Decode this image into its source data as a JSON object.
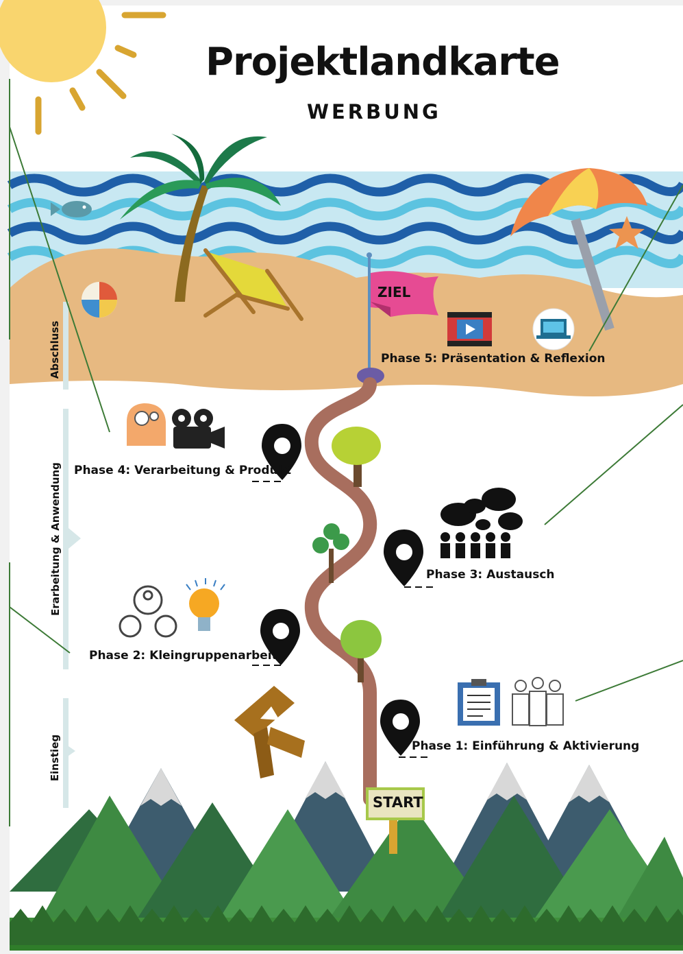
{
  "title": "Projektlandkarte",
  "subtitle": "WERBUNG",
  "goal_flag": "ZIEL",
  "start_sign": "START",
  "stages": [
    {
      "label": "Abschluss"
    },
    {
      "label": "Erarbeitung & Anwendung"
    },
    {
      "label": "Einstieg"
    }
  ],
  "phases": [
    {
      "label": "Phase 5: Präsentation & Reflexion",
      "icons": [
        "video-icon",
        "laptop-icon"
      ]
    },
    {
      "label": "Phase 4: Verarbeitung & Produkt",
      "icons": [
        "head-gears-icon",
        "film-camera-icon"
      ]
    },
    {
      "label": "Phase 3: Austausch",
      "icons": [
        "group-discussion-icon"
      ]
    },
    {
      "label": "Phase 2: Kleingruppenarbeit",
      "icons": [
        "gear-team-icon",
        "lightbulb-icon"
      ]
    },
    {
      "label": "Phase 1: Einführung & Aktivierung",
      "icons": [
        "clipboard-icon",
        "people-icon"
      ]
    }
  ],
  "colors": {
    "sky_background": "#ffffff",
    "sun": "#f9d56e",
    "sun_rays": "#d8a531",
    "wave_blue": "#1f5fa8",
    "sand": "#e7b981",
    "path": "#a86e5e",
    "mountain": "#3d5c6e",
    "forest": "#3e8a42",
    "annotation_line": "#3c7a36",
    "pin": "#111111",
    "pin_accent": "#f3a33a",
    "flag": "#e64b93"
  }
}
